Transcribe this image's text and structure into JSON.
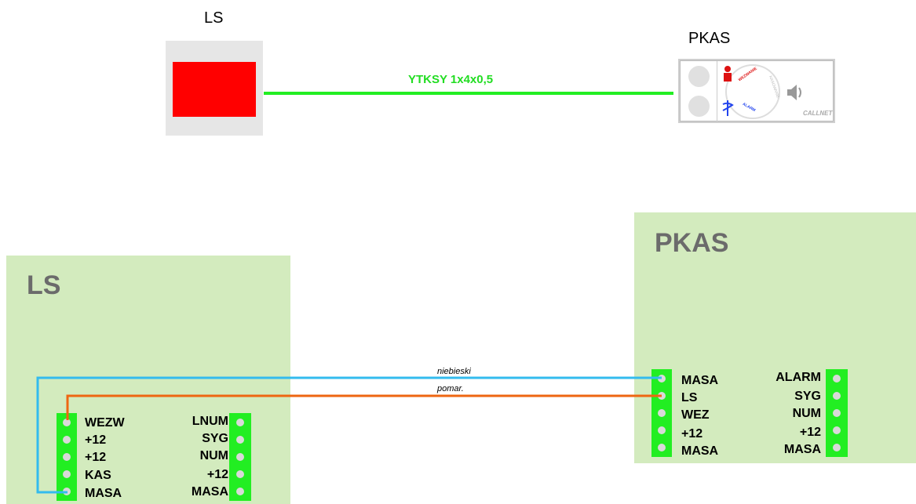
{
  "top": {
    "ls_label": "LS",
    "pkas_label": "PKAS",
    "cable_label": "YTKSY 1x4x0,5",
    "pkas_faceplate": {
      "brand": "CALLNET",
      "ring_texts": [
        "WEZWANIE",
        "ALARM",
        "KASOWANIE"
      ]
    }
  },
  "ls_panel": {
    "title": "LS",
    "left_terminals": [
      "WEZW",
      "+12",
      "+12",
      "KAS",
      "MASA"
    ],
    "right_terminals": [
      "LNUM",
      "SYG",
      "NUM",
      "+12",
      "MASA"
    ]
  },
  "pkas_panel": {
    "title": "PKAS",
    "left_terminals": [
      "MASA",
      "LS",
      "WEZ",
      "+12",
      "MASA"
    ],
    "right_terminals": [
      "ALARM",
      "SYG",
      "NUM",
      "+12",
      "MASA"
    ]
  },
  "wires": [
    {
      "label": "niebieski",
      "color": "#33bbee",
      "from": "LS.MASA",
      "to": "PKAS.MASA"
    },
    {
      "label": "pomar.",
      "color": "#ee6611",
      "from": "LS.WEZW",
      "to": "PKAS.LS"
    }
  ],
  "colors": {
    "cable": "#22ee22",
    "panel": "#d3ebbe",
    "terminal_strip": "#22ee22",
    "ls_indicator": "#ff0000"
  }
}
